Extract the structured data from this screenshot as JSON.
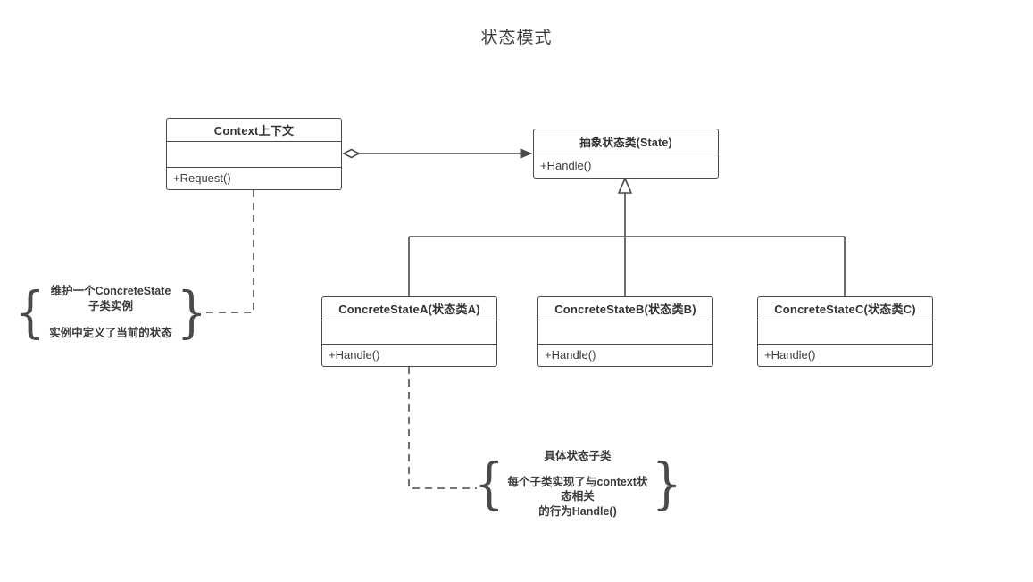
{
  "title": "状态模式",
  "classes": {
    "context": {
      "name": "Context上下文",
      "attributes": "",
      "operations": "+Request()"
    },
    "state": {
      "name": "抽象状态类(State)",
      "operations": "+Handle()"
    },
    "concrete_a": {
      "name": "ConcreteStateA(状态类A)",
      "attributes": "",
      "operations": "+Handle()"
    },
    "concrete_b": {
      "name": "ConcreteStateB(状态类B)",
      "attributes": "",
      "operations": "+Handle()"
    },
    "concrete_c": {
      "name": "ConcreteStateC(状态类C)",
      "attributes": "",
      "operations": "+Handle()"
    }
  },
  "notes": {
    "context_note": {
      "line1": "维护一个ConcreteState子类实例",
      "line2": "实例中定义了当前的状态",
      "brace_left": "{",
      "brace_right": "}"
    },
    "concrete_note": {
      "line1": "具体状态子类",
      "line2": "每个子类实现了与context状态相关",
      "line3": "的行为Handle()",
      "brace_left": "{",
      "brace_right": "}"
    }
  },
  "relations": {
    "aggregation": {
      "from": "Context上下文",
      "to": "抽象状态类(State)",
      "type": "aggregation"
    },
    "inheritance": {
      "from": [
        "ConcreteStateA(状态类A)",
        "ConcreteStateB(状态类B)",
        "ConcreteStateC(状态类C)"
      ],
      "to": "抽象状态类(State)",
      "type": "generalization"
    },
    "note_link_context": {
      "from": "Context上下文",
      "to": "维护一个ConcreteState子类实例",
      "type": "dashed"
    },
    "note_link_concrete": {
      "from": "ConcreteStateA(状态类A)",
      "to": "具体状态子类",
      "type": "dashed"
    }
  },
  "colors": {
    "stroke": "#4a4a4a",
    "text": "#3a3a3a",
    "background": "#ffffff"
  }
}
